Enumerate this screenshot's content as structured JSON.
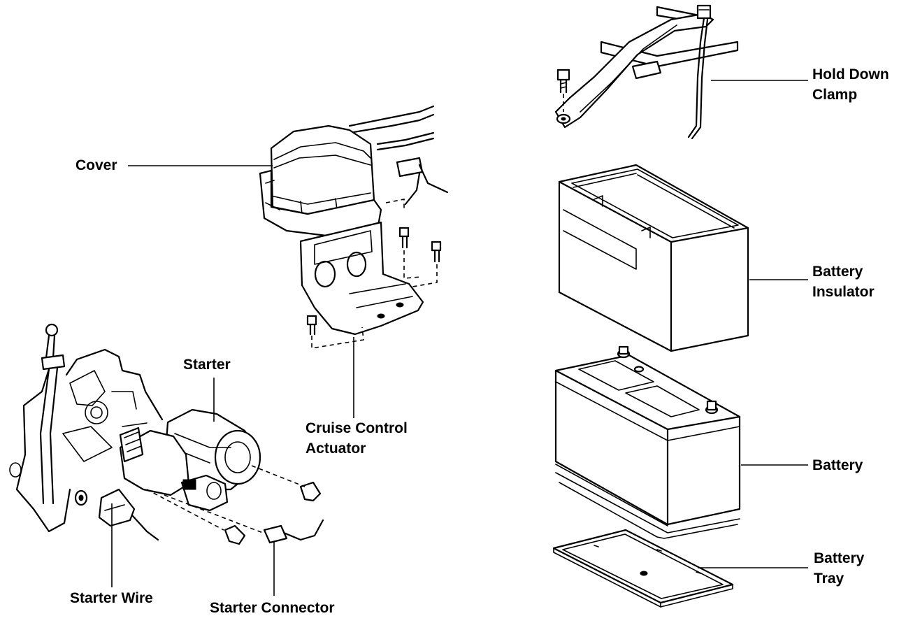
{
  "labels": {
    "hold_down_clamp": [
      "Hold Down",
      "Clamp"
    ],
    "cover": "Cover",
    "battery_insulator": [
      "Battery",
      "Insulator"
    ],
    "starter": "Starter",
    "cruise_control_actuator": [
      "Cruise Control",
      "Actuator"
    ],
    "battery": "Battery",
    "battery_tray": [
      "Battery",
      "Tray"
    ],
    "starter_wire": "Starter Wire",
    "starter_connector": "Starter Connector"
  }
}
